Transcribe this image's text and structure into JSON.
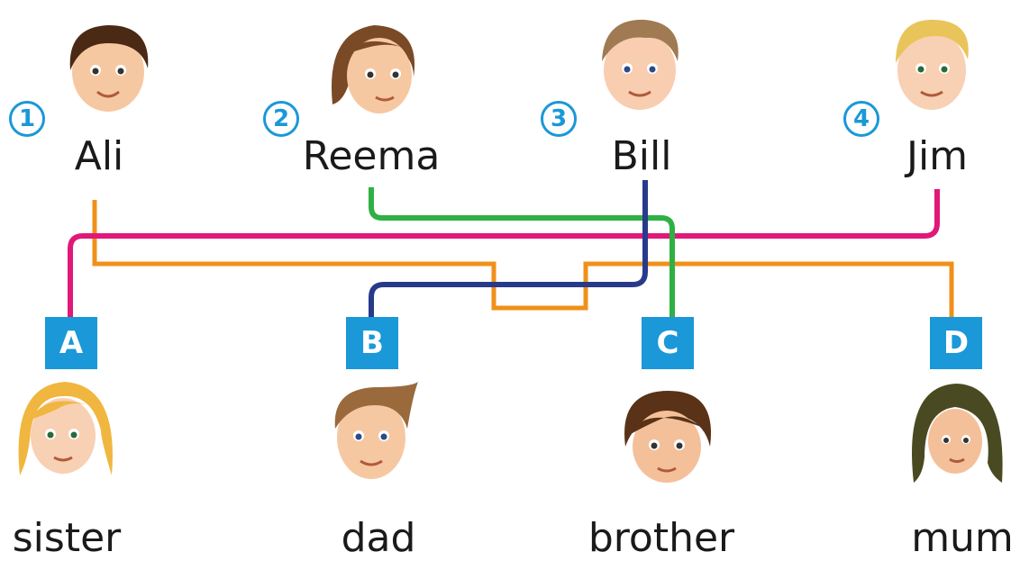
{
  "people_top": [
    {
      "number": "1",
      "name": "Ali",
      "hair": "#4a2a14",
      "skin": "#f6c8a2"
    },
    {
      "number": "2",
      "name": "Reema",
      "hair": "#7a4a26",
      "skin": "#f6c8a2"
    },
    {
      "number": "3",
      "name": "Bill",
      "hair": "#a07a52",
      "skin": "#f8cdb0"
    },
    {
      "number": "4",
      "name": "Jim",
      "hair": "#e8c45a",
      "skin": "#f8d0b4"
    }
  ],
  "people_bottom": [
    {
      "letter": "A",
      "relation": "sister",
      "hair": "#f0b640",
      "skin": "#f8d0b4"
    },
    {
      "letter": "B",
      "relation": "dad",
      "hair": "#9a6a3c",
      "skin": "#f6c8a2"
    },
    {
      "letter": "C",
      "relation": "brother",
      "hair": "#5a3218",
      "skin": "#f4c09a"
    },
    {
      "letter": "D",
      "relation": "mum",
      "hair": "#4a4a22",
      "skin": "#f4c09a"
    }
  ],
  "connections": [
    {
      "from": "Ali",
      "to": "D",
      "color": "#f0901a"
    },
    {
      "from": "Reema",
      "to": "C",
      "color": "#2fb044"
    },
    {
      "from": "Bill",
      "to": "B",
      "color": "#283a8a"
    },
    {
      "from": "Jim",
      "to": "A",
      "color": "#e0187a"
    }
  ],
  "colors": {
    "accent": "#1a98d8"
  }
}
